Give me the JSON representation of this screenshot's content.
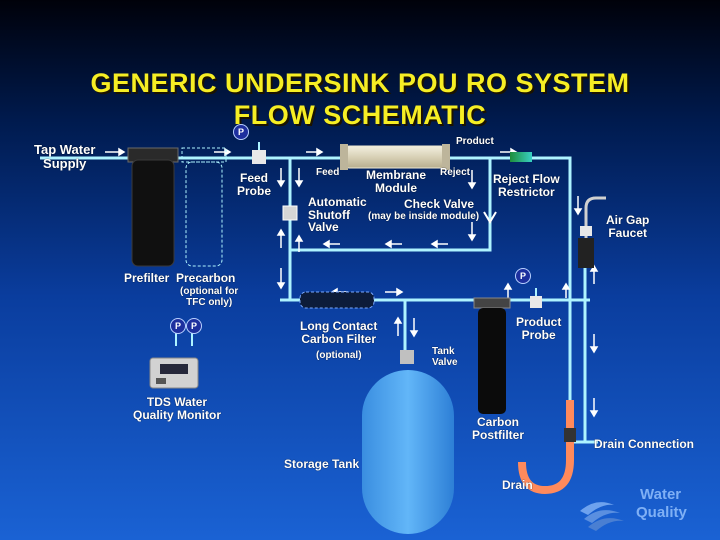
{
  "title": {
    "line1": "GENERIC UNDERSINK POU RO SYSTEM",
    "line2": "FLOW SCHEMATIC"
  },
  "labels": {
    "tap_water": [
      "Tap Water",
      "Supply"
    ],
    "prefilter": "Prefilter",
    "precarbon": "Precarbon",
    "precarbon_note": [
      "(optional for",
      "TFC only)"
    ],
    "feed_probe": [
      "Feed",
      "Probe"
    ],
    "auto_shutoff": [
      "Automatic",
      "Shutoff",
      "Valve"
    ],
    "feed": "Feed",
    "membrane_module": [
      "Membrane",
      "Module"
    ],
    "reject": "Reject",
    "product": "Product",
    "check_valve": "Check Valve",
    "check_valve_note": "(may be inside module)",
    "reject_flow_restrictor": [
      "Reject Flow",
      "Restrictor"
    ],
    "air_gap_faucet": [
      "Air Gap",
      "Faucet"
    ],
    "long_contact_carbon": [
      "Long Contact",
      "Carbon Filter"
    ],
    "optional": "(optional)",
    "tank_valve": [
      "Tank",
      "Valve"
    ],
    "product_probe": [
      "Product",
      "Probe"
    ],
    "tds_monitor": [
      "TDS Water",
      "Quality Monitor"
    ],
    "storage_tank": "Storage Tank",
    "carbon_postfilter": [
      "Carbon",
      "Postfilter"
    ],
    "drain_connection": "Drain Connection",
    "drain": "Drain"
  },
  "badge_letter": "P",
  "logo": {
    "line1": "Water",
    "line2": "Quality"
  },
  "colors": {
    "title": "#f6ee24",
    "pipe": "#aef3ff",
    "tank": "#4aa3f0",
    "drain_pipe": "#ff8a5c"
  }
}
